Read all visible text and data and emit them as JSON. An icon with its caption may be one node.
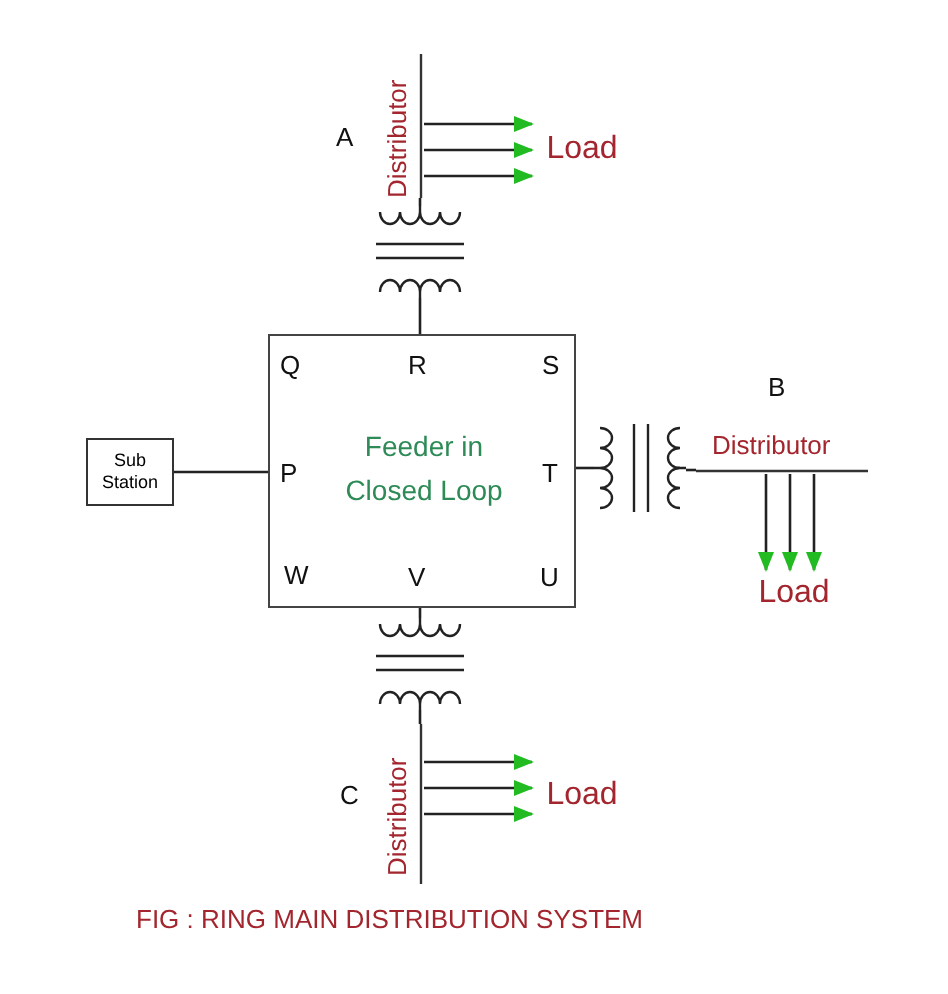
{
  "diagram": {
    "caption": "FIG : RING MAIN DISTRIBUTION SYSTEM",
    "nodes": [
      {
        "text": [
          "Sub Station"
        ]
      },
      {
        "text": [
          "Feeder in Closed Loop"
        ]
      },
      {
        "text": [],
        "shape": "transformer"
      },
      {
        "text": [
          "Distributor"
        ],
        "beside": [
          "A"
        ]
      },
      {
        "text": [
          "Load"
        ]
      },
      {
        "text": [],
        "shape": "transformer"
      },
      {
        "text": [
          "Distributor"
        ],
        "beside": [
          "B"
        ]
      },
      {
        "text": [
          "Load"
        ]
      },
      {
        "text": [],
        "shape": "transformer"
      },
      {
        "text": [
          "Distributor"
        ],
        "beside": [
          "C"
        ]
      },
      {
        "text": [
          "Load"
        ]
      }
    ],
    "edges": [
      {
        "from": 0,
        "to": 1,
        "arrow": "none"
      },
      {
        "from": 1,
        "to": 2,
        "arrow": "none"
      },
      {
        "from": 2,
        "to": 3,
        "arrow": "none"
      },
      {
        "from": 3,
        "to": 4,
        "arrow": "to"
      },
      {
        "from": 3,
        "to": 4,
        "arrow": "to"
      },
      {
        "from": 3,
        "to": 4,
        "arrow": "to"
      },
      {
        "from": 1,
        "to": 5,
        "arrow": "none"
      },
      {
        "from": 5,
        "to": 6,
        "arrow": "none"
      },
      {
        "from": 6,
        "to": 7,
        "arrow": "to"
      },
      {
        "from": 6,
        "to": 7,
        "arrow": "to"
      },
      {
        "from": 6,
        "to": 7,
        "arrow": "to"
      },
      {
        "from": 1,
        "to": 8,
        "arrow": "none"
      },
      {
        "from": 8,
        "to": 9,
        "arrow": "none"
      },
      {
        "from": 9,
        "to": 10,
        "arrow": "to"
      },
      {
        "from": 9,
        "to": 10,
        "arrow": "to"
      },
      {
        "from": 9,
        "to": 10,
        "arrow": "to"
      }
    ],
    "labels": [
      "Q",
      "R",
      "S",
      "P",
      "T",
      "W",
      "V",
      "U"
    ]
  }
}
